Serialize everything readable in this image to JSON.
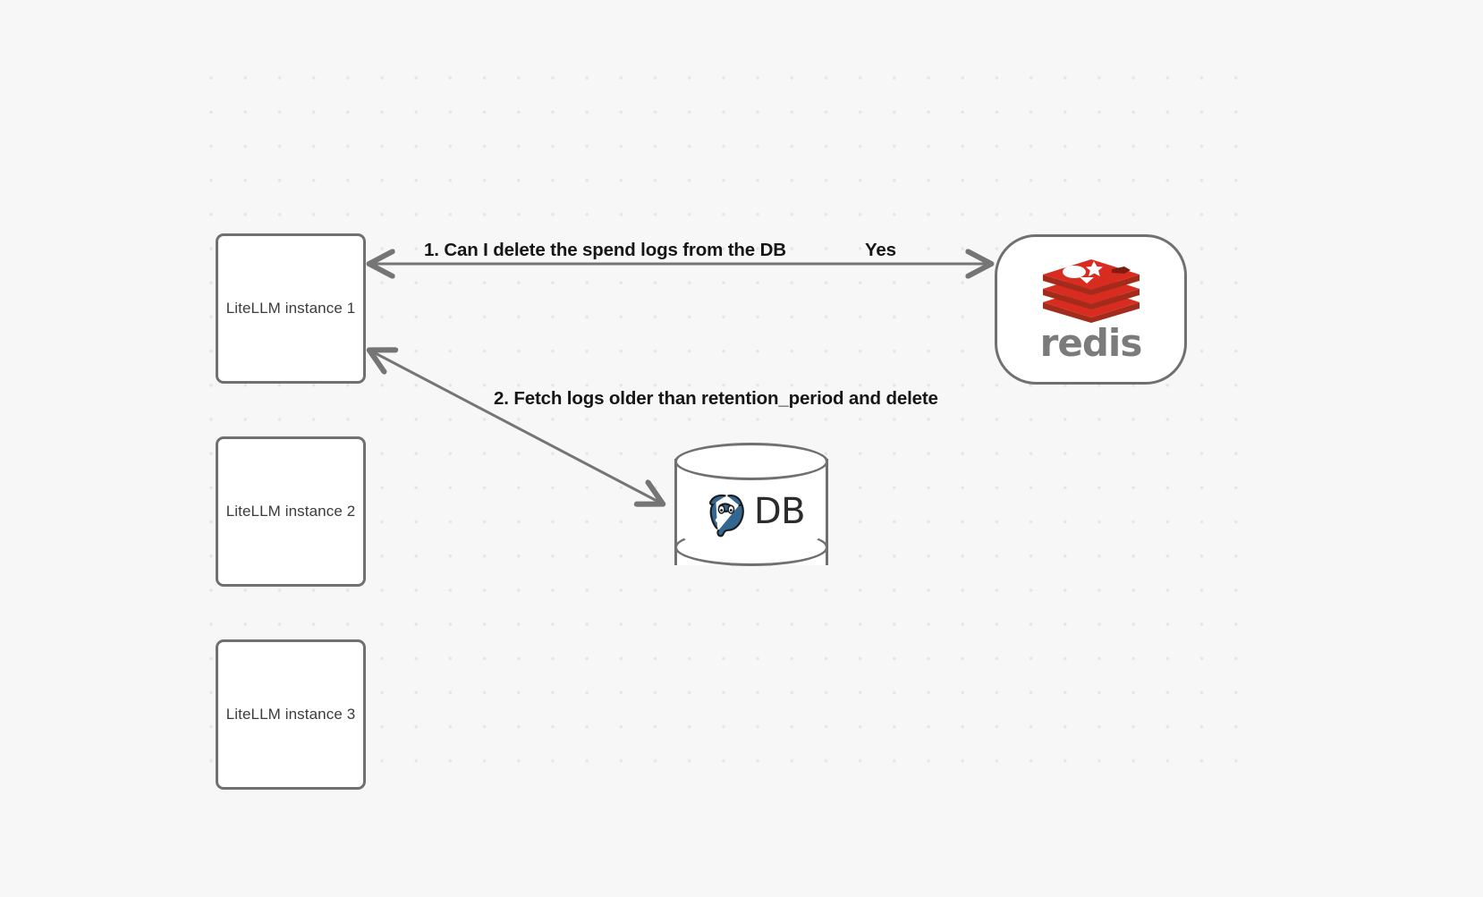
{
  "canvas": {
    "background_color": "#f7f7f8",
    "grid": "dot-grid"
  },
  "nodes": [
    {
      "id": "litellm-1",
      "label": "LiteLLM instance 1",
      "shape": "rounded-rect"
    },
    {
      "id": "litellm-2",
      "label": "LiteLLM instance 2",
      "shape": "rounded-rect"
    },
    {
      "id": "litellm-3",
      "label": "LiteLLM instance 3",
      "shape": "rounded-rect"
    },
    {
      "id": "redis",
      "label": "redis",
      "shape": "rounded-pill",
      "logo": "redis-logo",
      "brand_color": "#D82C20"
    },
    {
      "id": "database",
      "label": "DB",
      "shape": "cylinder",
      "logo": "postgresql-elephant-icon",
      "brand_color": "#336791"
    }
  ],
  "edges": [
    {
      "id": "edge-litellm1-redis",
      "label": "1.  Can I delete the spend logs from the DB",
      "reply_label": "Yes",
      "from": "litellm-1",
      "to": "redis",
      "direction": "bidirectional",
      "stroke": "#757575"
    },
    {
      "id": "edge-litellm1-db",
      "label": "2.  Fetch logs older than retention_period and delete",
      "from": "litellm-1",
      "to": "database",
      "direction": "bidirectional",
      "stroke": "#757575"
    }
  ],
  "text": {
    "litellm_1": "LiteLLM instance 1",
    "litellm_2": "LiteLLM instance 2",
    "litellm_3": "LiteLLM instance 3",
    "redis_wordmark": "redis",
    "db_label": "DB",
    "step_1": "1.  Can I delete the spend logs from the DB",
    "yes": "Yes",
    "step_2": "2.  Fetch logs older than retention_period and delete"
  }
}
